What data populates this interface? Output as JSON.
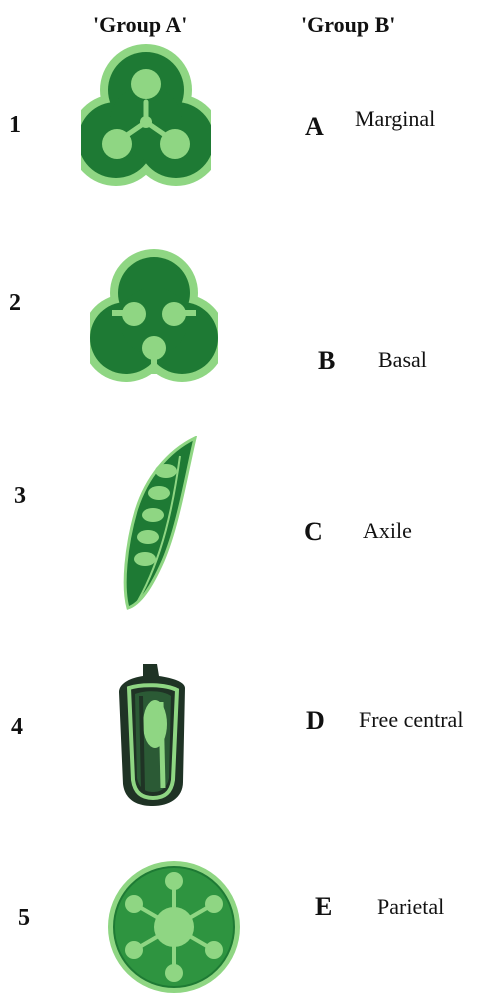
{
  "headers": {
    "group_a": "'Group A'",
    "group_b": "'Group B'"
  },
  "group_a_items": [
    {
      "number": "1",
      "icon": "tricarpellary-ovary-section-icon"
    },
    {
      "number": "2",
      "icon": "tricarpellary-ovary-section-icon"
    },
    {
      "number": "3",
      "icon": "pea-pod-section-icon"
    },
    {
      "number": "4",
      "icon": "ovary-longitudinal-section-icon"
    },
    {
      "number": "5",
      "icon": "circular-ovary-central-axis-icon"
    }
  ],
  "group_b_items": [
    {
      "letter": "A",
      "term": "Marginal"
    },
    {
      "letter": "B",
      "term": "Basal"
    },
    {
      "letter": "C",
      "term": "Axile"
    },
    {
      "letter": "D",
      "term": "Free central"
    },
    {
      "letter": "E",
      "term": "Parietal"
    }
  ],
  "colors": {
    "dark_green": "#1e7a34",
    "medium_green": "#2e9440",
    "light_green": "#8fd683",
    "very_dark": "#1f3325",
    "outline": "#163d1f"
  }
}
